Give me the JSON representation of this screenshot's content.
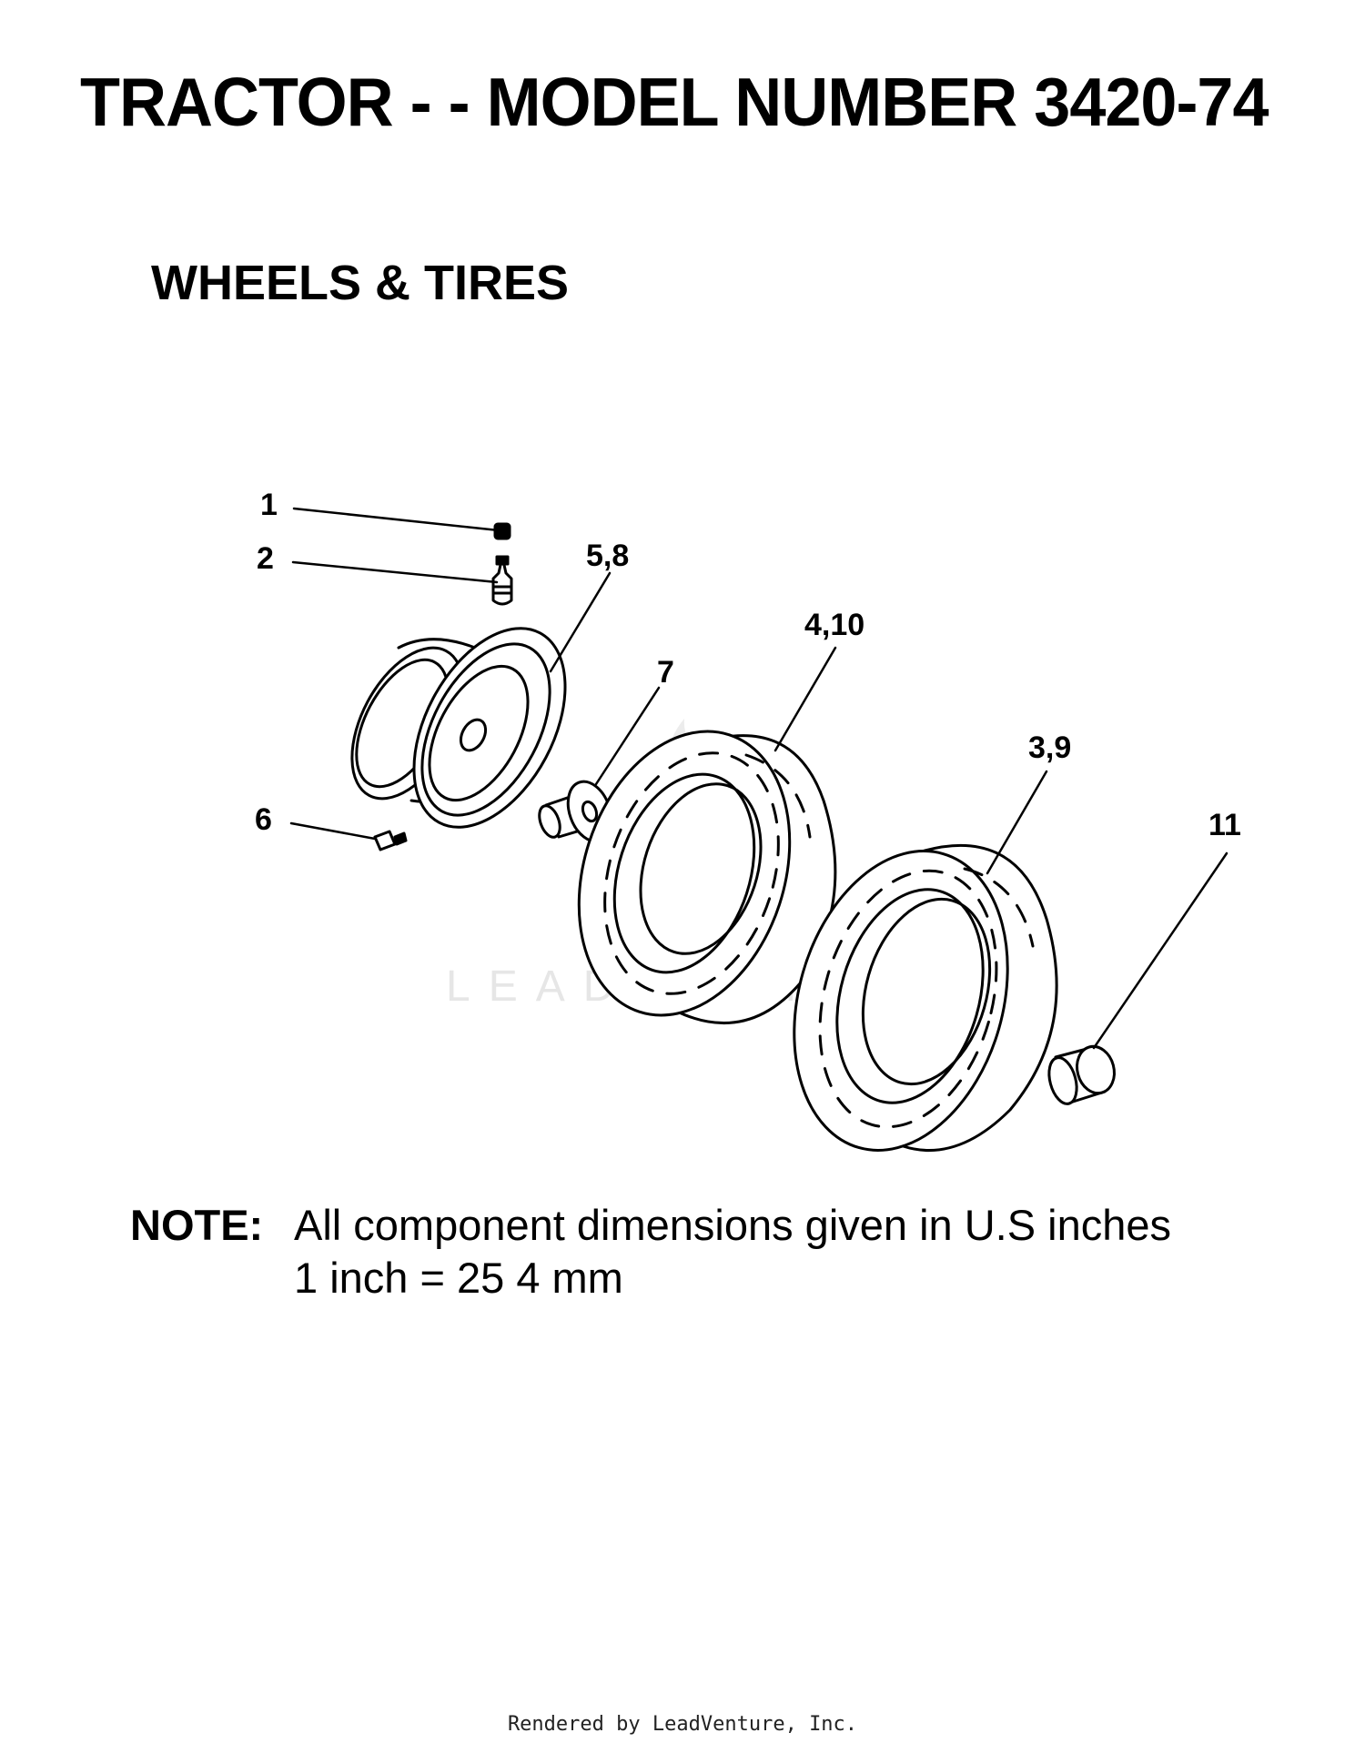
{
  "title": "TRACTOR - - MODEL NUMBER 3420-74",
  "subtitle": "WHEELS & TIRES",
  "callouts": {
    "c1": "1",
    "c2": "2",
    "c58": "5,8",
    "c410": "4,10",
    "c7": "7",
    "c39": "3,9",
    "c6": "6",
    "c11": "11"
  },
  "watermark": "LEADVENTURE",
  "note": {
    "label": "NOTE:",
    "line1": "All component dimensions given in U.S  inches",
    "line2": "1 inch = 25 4 mm"
  },
  "footer": "Rendered by LeadVenture, Inc."
}
